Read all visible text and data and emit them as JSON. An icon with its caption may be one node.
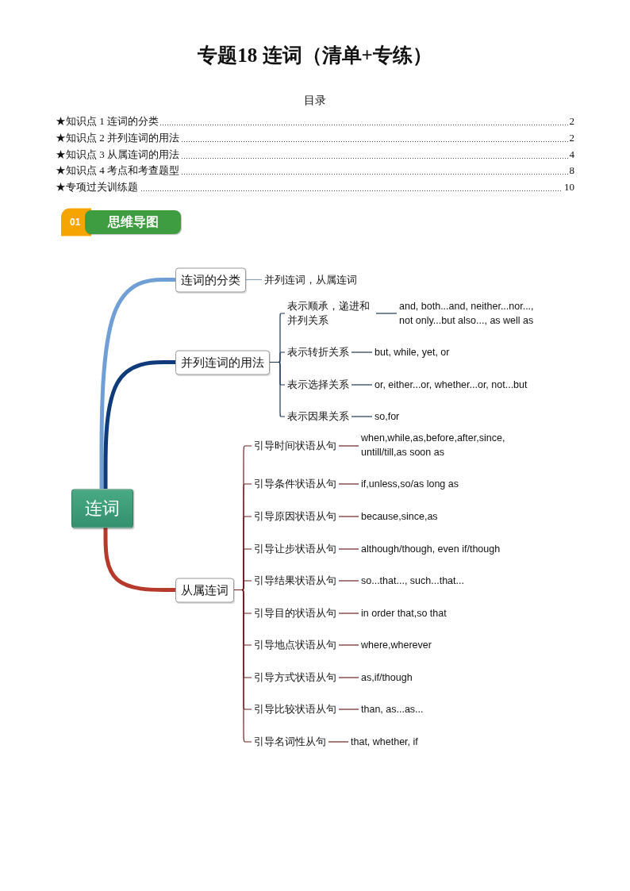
{
  "diagram": {
    "title": "专题18 连词（清单+专练）",
    "nodes": [
      {
        "text": [
          "01"
        ]
      },
      {
        "text": [
          "思维导图"
        ]
      },
      {
        "text": [
          "连词"
        ]
      },
      {
        "text": [
          "连词的分类"
        ]
      },
      {
        "text": [
          "并列连词，从属连词"
        ]
      },
      {
        "text": [
          "并列连词的用法"
        ]
      },
      {
        "text": [
          "表示顺承，递进和并列关系"
        ]
      },
      {
        "text": [
          "and, both...and, neither...nor..., not only...but also..., as well as"
        ]
      },
      {
        "text": [
          "表示转折关系"
        ]
      },
      {
        "text": [
          "but, while, yet, or"
        ]
      },
      {
        "text": [
          "表示选择关系"
        ]
      },
      {
        "text": [
          "or, either...or, whether...or, not...but"
        ]
      },
      {
        "text": [
          "表示因果关系"
        ]
      },
      {
        "text": [
          "so,for"
        ]
      },
      {
        "text": [
          "从属连词"
        ]
      },
      {
        "text": [
          "引导时间状语从句"
        ]
      },
      {
        "text": [
          "when,while,as,before,after,since, untill/till,as soon as"
        ]
      },
      {
        "text": [
          "引导条件状语从句"
        ]
      },
      {
        "text": [
          "if,unless,so/as long as"
        ]
      },
      {
        "text": [
          "引导原因状语从句"
        ]
      },
      {
        "text": [
          "because,since,as"
        ]
      },
      {
        "text": [
          "引导让步状语从句"
        ]
      },
      {
        "text": [
          "although/though, even if/though"
        ]
      },
      {
        "text": [
          "引导结果状语从句"
        ]
      },
      {
        "text": [
          "so...that..., such...that..."
        ]
      },
      {
        "text": [
          "引导目的状语从句"
        ]
      },
      {
        "text": [
          "in order that,so that"
        ]
      },
      {
        "text": [
          "引导地点状语从句"
        ]
      },
      {
        "text": [
          "where,wherever"
        ]
      },
      {
        "text": [
          "引导方式状语从句"
        ]
      },
      {
        "text": [
          "as,if/though"
        ]
      },
      {
        "text": [
          "引导比较状语从句"
        ]
      },
      {
        "text": [
          "than, as...as..."
        ]
      },
      {
        "text": [
          "引导名词性从句"
        ]
      },
      {
        "text": [
          "that, whether, if"
        ]
      }
    ],
    "edges": [
      {
        "from": 2,
        "to": 3,
        "arrow": "none",
        "style": "thick",
        "color": "#6f9fd4"
      },
      {
        "from": 2,
        "to": 5,
        "arrow": "none",
        "style": "thick",
        "color": "#0f3b7a"
      },
      {
        "from": 2,
        "to": 14,
        "arrow": "none",
        "style": "thick",
        "color": "#b53a2c"
      },
      {
        "from": 3,
        "to": 4,
        "arrow": "none",
        "color": "#8fa3b9"
      },
      {
        "from": 5,
        "to": 6,
        "arrow": "none",
        "color": "#1f3650"
      },
      {
        "from": 5,
        "to": 8,
        "arrow": "none",
        "color": "#1f3650"
      },
      {
        "from": 5,
        "to": 10,
        "arrow": "none",
        "color": "#1f3650"
      },
      {
        "from": 5,
        "to": 12,
        "arrow": "none",
        "color": "#1f3650"
      },
      {
        "from": 6,
        "to": 7,
        "arrow": "none",
        "color": "#1f3650"
      },
      {
        "from": 8,
        "to": 9,
        "arrow": "none",
        "color": "#1f3650"
      },
      {
        "from": 10,
        "to": 11,
        "arrow": "none",
        "color": "#1f3650"
      },
      {
        "from": 12,
        "to": 13,
        "arrow": "none",
        "color": "#1f3650"
      },
      {
        "from": 14,
        "to": 15,
        "arrow": "none"
      },
      {
        "from": 14,
        "to": 17,
        "arrow": "none"
      },
      {
        "from": 14,
        "to": 19,
        "arrow": "none"
      },
      {
        "from": 14,
        "to": 21,
        "arrow": "none"
      },
      {
        "from": 14,
        "to": 23,
        "arrow": "none"
      },
      {
        "from": 14,
        "to": 25,
        "arrow": "none"
      },
      {
        "from": 14,
        "to": 27,
        "arrow": "none"
      },
      {
        "from": 14,
        "to": 29,
        "arrow": "none"
      },
      {
        "from": 14,
        "to": 31,
        "arrow": "none"
      },
      {
        "from": 14,
        "to": 33,
        "arrow": "none"
      },
      {
        "from": 15,
        "to": 16,
        "arrow": "none"
      },
      {
        "from": 17,
        "to": 18,
        "arrow": "none"
      },
      {
        "from": 19,
        "to": 20,
        "arrow": "none"
      },
      {
        "from": 21,
        "to": 22,
        "arrow": "none"
      },
      {
        "from": 23,
        "to": 24,
        "arrow": "none"
      },
      {
        "from": 25,
        "to": 26,
        "arrow": "none"
      },
      {
        "from": 27,
        "to": 28,
        "arrow": "none"
      },
      {
        "from": 29,
        "to": 30,
        "arrow": "none"
      },
      {
        "from": 31,
        "to": 32,
        "arrow": "none"
      },
      {
        "from": 33,
        "to": 34,
        "arrow": "none"
      }
    ],
    "labels": [
      "目录",
      "★知识点 1 连词的分类",
      "2",
      "★知识点 2 并列连词的用法",
      "2",
      "★知识点 3 从属连词的用法",
      "4",
      "★知识点 4 考点和考查题型",
      "8",
      "★专项过关训练题",
      "10"
    ]
  }
}
